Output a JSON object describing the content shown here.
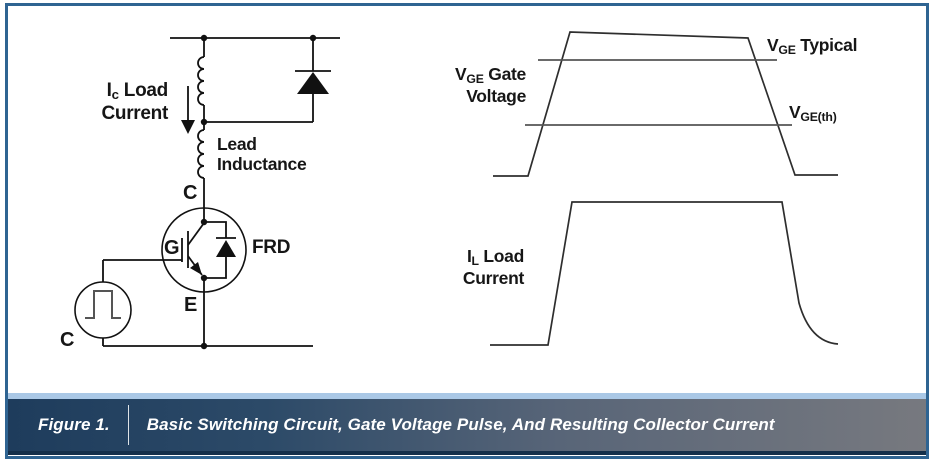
{
  "caption": {
    "figure_label": "Figure 1.",
    "text": "Basic Switching Circuit, Gate Voltage Pulse, And Resulting Collector Current"
  },
  "circuit": {
    "load_current": {
      "pre": "I",
      "sub": "c",
      "post": " Load",
      "line2": "Current"
    },
    "lead_inductance": {
      "line1": "Lead",
      "line2": "Inductance"
    },
    "collector_label": "C",
    "gate_label": "G",
    "emitter_label": "E",
    "frd_label": "FRD",
    "source_label": "C"
  },
  "waveforms": {
    "vge_axis_label": {
      "pre": "V",
      "sub": "GE",
      "post": " Gate",
      "line2": "Voltage"
    },
    "vge_typical": {
      "pre": "V",
      "sub": "GE",
      "post": " Typical"
    },
    "vge_threshold": {
      "pre": "V",
      "sub": "GE(th)",
      "post": ""
    },
    "il_axis_label": {
      "pre": "I",
      "sub": "L",
      "post": " Load",
      "line2": "Current"
    }
  },
  "colors": {
    "frame_border": "#2f6492",
    "caption_gradient_left": "#1e3c5c",
    "caption_gradient_right": "#77797f",
    "caption_top_strip": "#aac8e6",
    "caption_bottom_line": "#142f4a",
    "ink": "#161616",
    "waveform_line": "#2e2e2e",
    "reference_line": "#555555"
  }
}
